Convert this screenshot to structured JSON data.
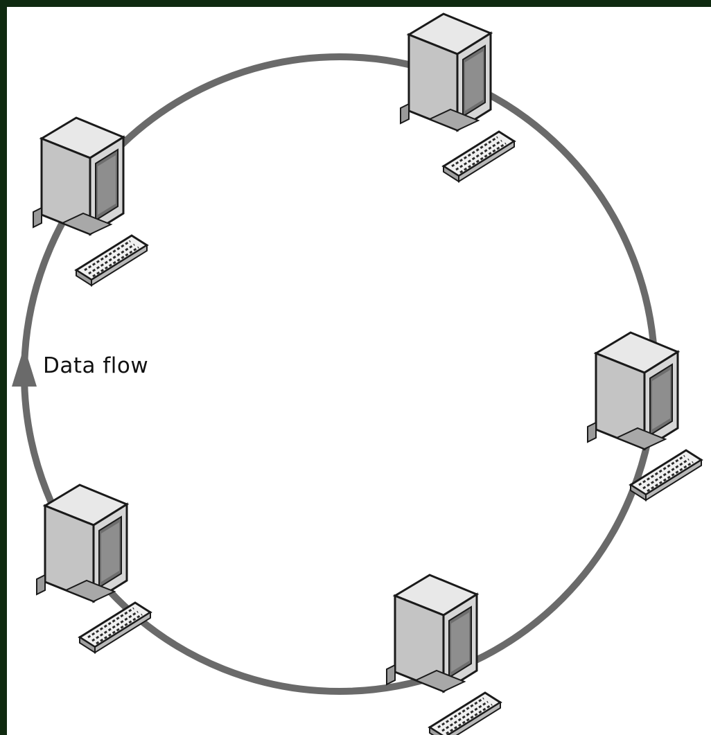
{
  "diagram": {
    "flow_label": "Data flow",
    "colors": {
      "frame": "#0f2a10",
      "background": "#ffffff",
      "ring": "#6a6a6a",
      "case_light": "#e6e6e6",
      "case_mid": "#bdbdbd",
      "case_dark": "#4a4a4a",
      "screen": "#808080",
      "outline": "#1a1a1a"
    },
    "computers": [
      {
        "name": "computer-top"
      },
      {
        "name": "computer-upper-left"
      },
      {
        "name": "computer-right"
      },
      {
        "name": "computer-lower-left"
      },
      {
        "name": "computer-bottom"
      }
    ],
    "icons": [
      "desktop-computer-icon",
      "keyboard-icon",
      "arrow-up-icon"
    ]
  }
}
